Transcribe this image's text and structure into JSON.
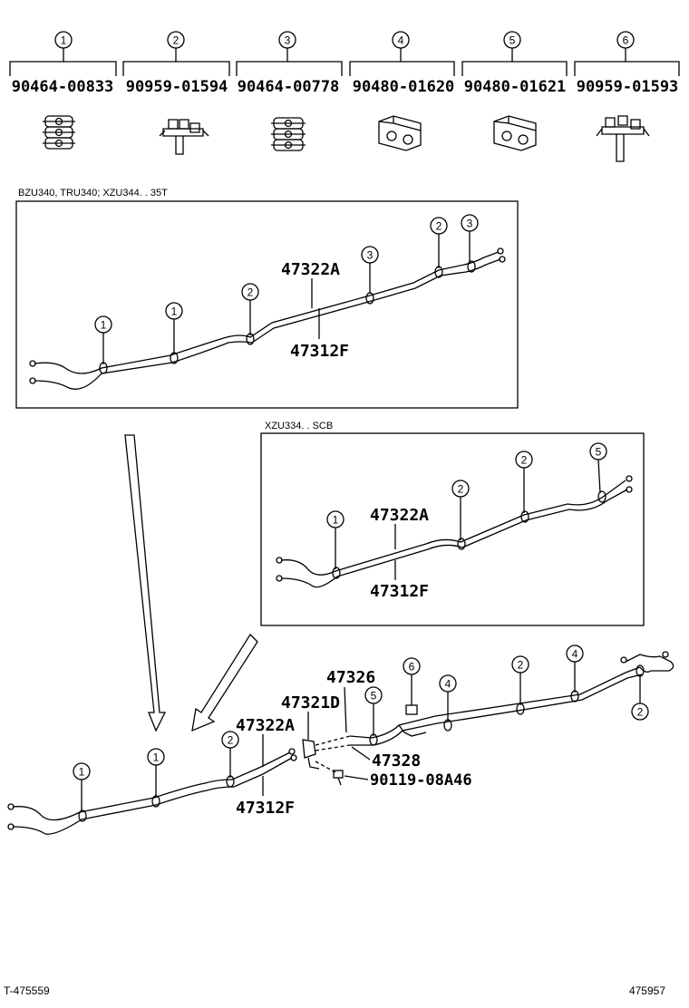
{
  "parts_header": [
    {
      "ref": "1",
      "part_number": "90464-00833"
    },
    {
      "ref": "2",
      "part_number": "90959-01594"
    },
    {
      "ref": "3",
      "part_number": "90464-00778"
    },
    {
      "ref": "4",
      "part_number": "90480-01620"
    },
    {
      "ref": "5",
      "part_number": "90480-01621"
    },
    {
      "ref": "6",
      "part_number": "90959-01593"
    }
  ],
  "box1": {
    "caption": "BZU340, TRU340; XZU344. . 35T",
    "labels": {
      "upper": "47322A",
      "lower": "47312F"
    },
    "callouts": [
      "1",
      "1",
      "2",
      "3",
      "2",
      "3"
    ]
  },
  "box2": {
    "caption": "XZU334. . SCB",
    "labels": {
      "upper": "47322A",
      "lower": "47312F"
    },
    "callouts": [
      "1",
      "2",
      "2",
      "5"
    ]
  },
  "main": {
    "labels": {
      "l47326": "47326",
      "l47321d": "47321D",
      "l47322a": "47322A",
      "l47312f": "47312F",
      "l47328": "47328",
      "l90119": "90119-08A46"
    },
    "callouts": [
      "1",
      "1",
      "2",
      "5",
      "6",
      "4",
      "2",
      "4",
      "2"
    ]
  },
  "footer": {
    "left": "T-475559",
    "right": "475957"
  }
}
